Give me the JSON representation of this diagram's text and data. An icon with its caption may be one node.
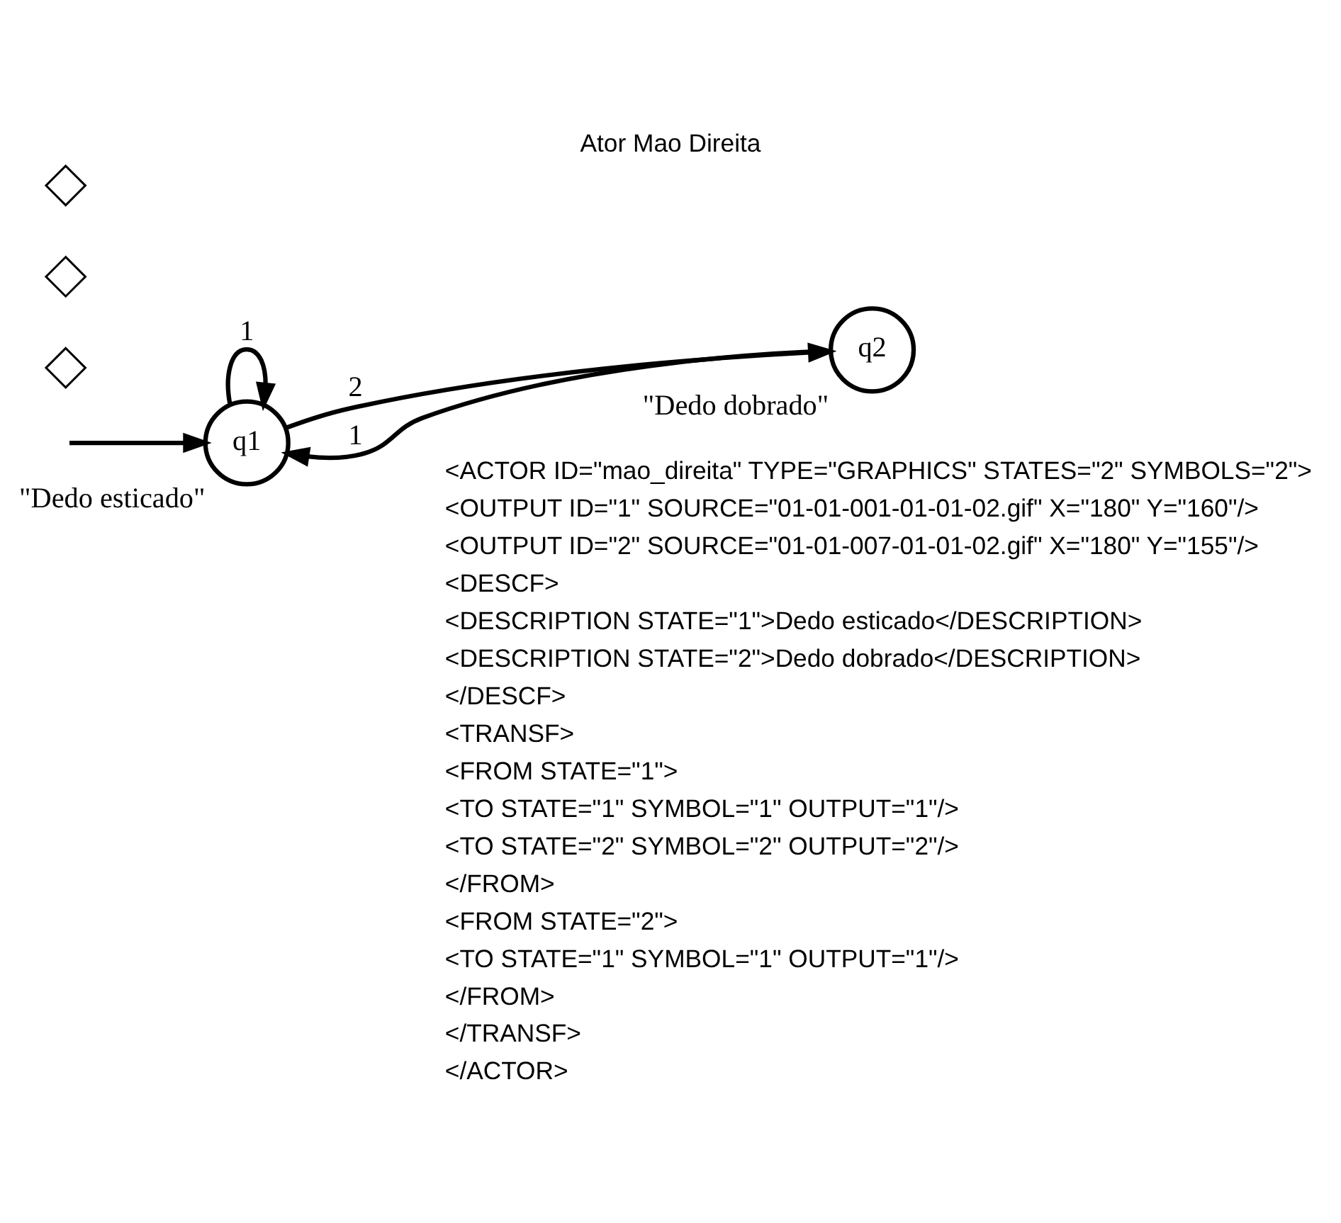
{
  "diagram": {
    "title": "Ator Mao Direita",
    "nodes": [
      {
        "text": [
          "q1"
        ],
        "beside": [
          "\"Dedo esticado\""
        ]
      },
      {
        "text": [
          "q2"
        ],
        "beside": [
          "\"Dedo dobrado\""
        ]
      },
      {
        "text": [],
        "shape": "diamond"
      },
      {
        "text": [],
        "shape": "diamond"
      },
      {
        "text": [],
        "shape": "diamond"
      }
    ],
    "edges": [
      {
        "from": null,
        "to": 0,
        "arrow": "to"
      },
      {
        "from": 0,
        "to": 0,
        "arrow": "to",
        "label": "1"
      },
      {
        "from": 0,
        "to": 1,
        "arrow": "to",
        "label": "2"
      },
      {
        "from": 1,
        "to": 0,
        "arrow": "to",
        "label": "1"
      }
    ],
    "labels": [
      "<ACTOR ID=\"mao_direita\" TYPE=\"GRAPHICS\" STATES=\"2\" SYMBOLS=\"2\">",
      "<OUTPUT ID=\"1\" SOURCE=\"01-01-001-01-01-02.gif\" X=\"180\" Y=\"160\"/>",
      "<OUTPUT ID=\"2\" SOURCE=\"01-01-007-01-01-02.gif\" X=\"180\" Y=\"155\"/>",
      "<DESCF>",
      "<DESCRIPTION STATE=\"1\">Dedo esticado</DESCRIPTION>",
      "<DESCRIPTION STATE=\"2\">Dedo dobrado</DESCRIPTION>",
      "</DESCF>",
      "<TRANSF>",
      "<FROM STATE=\"1\">",
      "<TO STATE=\"1\" SYMBOL=\"1\" OUTPUT=\"1\"/>",
      "<TO STATE=\"2\" SYMBOL=\"2\" OUTPUT=\"2\"/>",
      "</FROM>",
      "<FROM STATE=\"2\">",
      "<TO STATE=\"1\" SYMBOL=\"1\" OUTPUT=\"1\"/>",
      "</FROM>",
      "</TRANSF>",
      "</ACTOR>"
    ]
  }
}
